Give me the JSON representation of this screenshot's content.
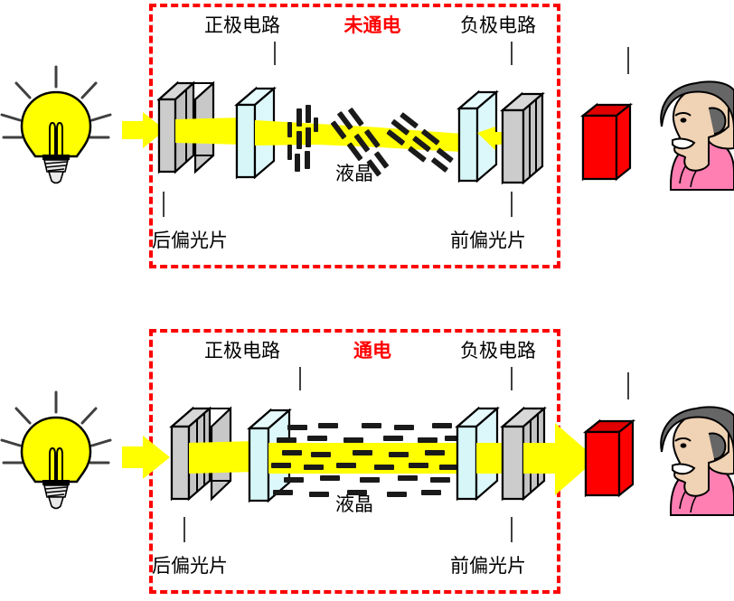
{
  "diagram": {
    "title_semantic": "lcd-twisted-nematic-operation",
    "colors": {
      "border": "#ff0000",
      "light_beam": "#ffff00",
      "polarizer": "#c8c8c8",
      "glass": "#d9f7f7",
      "screen": "#ff0000",
      "label_red": "#ff0000",
      "label_black": "#000000",
      "hair": "#666666",
      "skin": "#f0d2b4",
      "shirt": "#ff7fb2",
      "bulb": "#ffff00"
    },
    "panels": [
      {
        "state_label": "未通电",
        "state_powered": false,
        "top_labels": {
          "positive_circuit": "正极电路",
          "negative_circuit": "负极电路"
        },
        "bottom_labels": {
          "rear_polarizer": "后偏光片",
          "front_polarizer": "前偏光片"
        },
        "lc_label": "液晶",
        "light_passes": false,
        "molecule_orientation": "twisted"
      },
      {
        "state_label": "通电",
        "state_powered": true,
        "top_labels": {
          "positive_circuit": "正极电路",
          "negative_circuit": "负极电路"
        },
        "bottom_labels": {
          "rear_polarizer": "后偏光片",
          "front_polarizer": "前偏光片"
        },
        "lc_label": "液晶",
        "light_passes": true,
        "molecule_orientation": "horizontal"
      }
    ],
    "components": {
      "light_source": "light-bulb",
      "rear_polarizer": "rear-polarizer-plate",
      "rear_glass": "rear-glass-plate",
      "liquid_crystal": "liquid-crystal-layer",
      "front_glass": "front-glass-plate",
      "front_polarizer": "front-polarizer-plate",
      "screen": "red-display-screen",
      "viewer": "viewer-person"
    }
  }
}
